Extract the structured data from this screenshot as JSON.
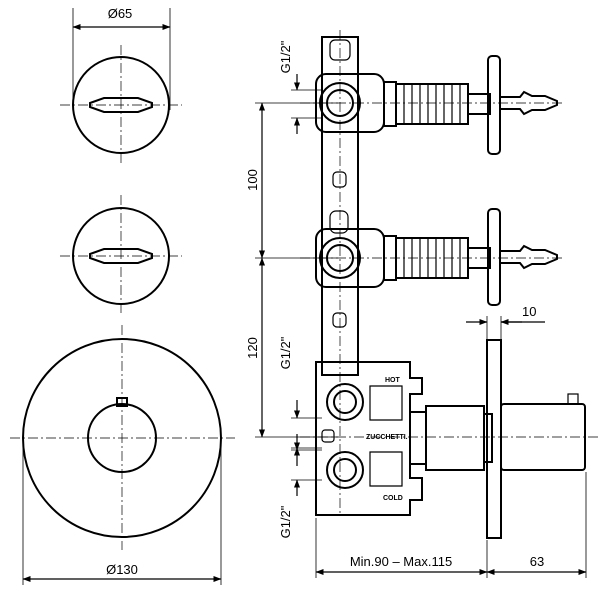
{
  "labels": {
    "dia_65": "Ø65",
    "dia_130": "Ø130",
    "dim_100": "100",
    "dim_120": "120",
    "dim_10": "10",
    "dim_63": "63",
    "dim_min_max": "Min.90  –  Max.115",
    "thread_top": "G1/2\"",
    "thread_mid": "G1/2\"",
    "thread_bot": "G1/2\"",
    "hot": "HOT",
    "cold": "COLD",
    "brand": "ZUCCHETTI."
  },
  "colors": {
    "line": "#000000",
    "background": "#ffffff"
  }
}
